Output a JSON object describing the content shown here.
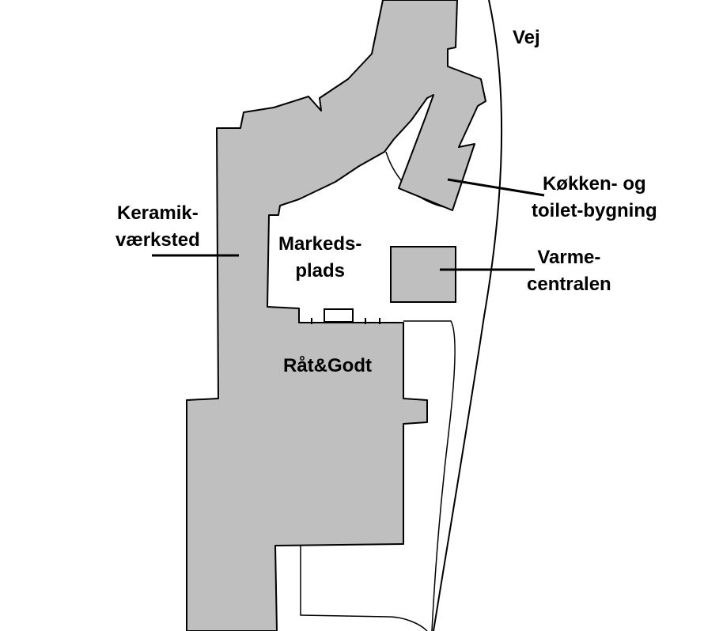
{
  "colors": {
    "background": "#ffffff",
    "building_fill": "#bfbfbf",
    "outline": "#000000"
  },
  "labels": {
    "road": "Vej",
    "kitchen_toilet_line1": "Køkken- og",
    "kitchen_toilet_line2": "toilet-bygning",
    "ceramics_line1": "Keramik-",
    "ceramics_line2": "værksted",
    "market_line1": "Markeds-",
    "market_line2": "plads",
    "heating_line1": "Varme-",
    "heating_line2": "centralen",
    "restaurant": "Råt&Godt"
  }
}
